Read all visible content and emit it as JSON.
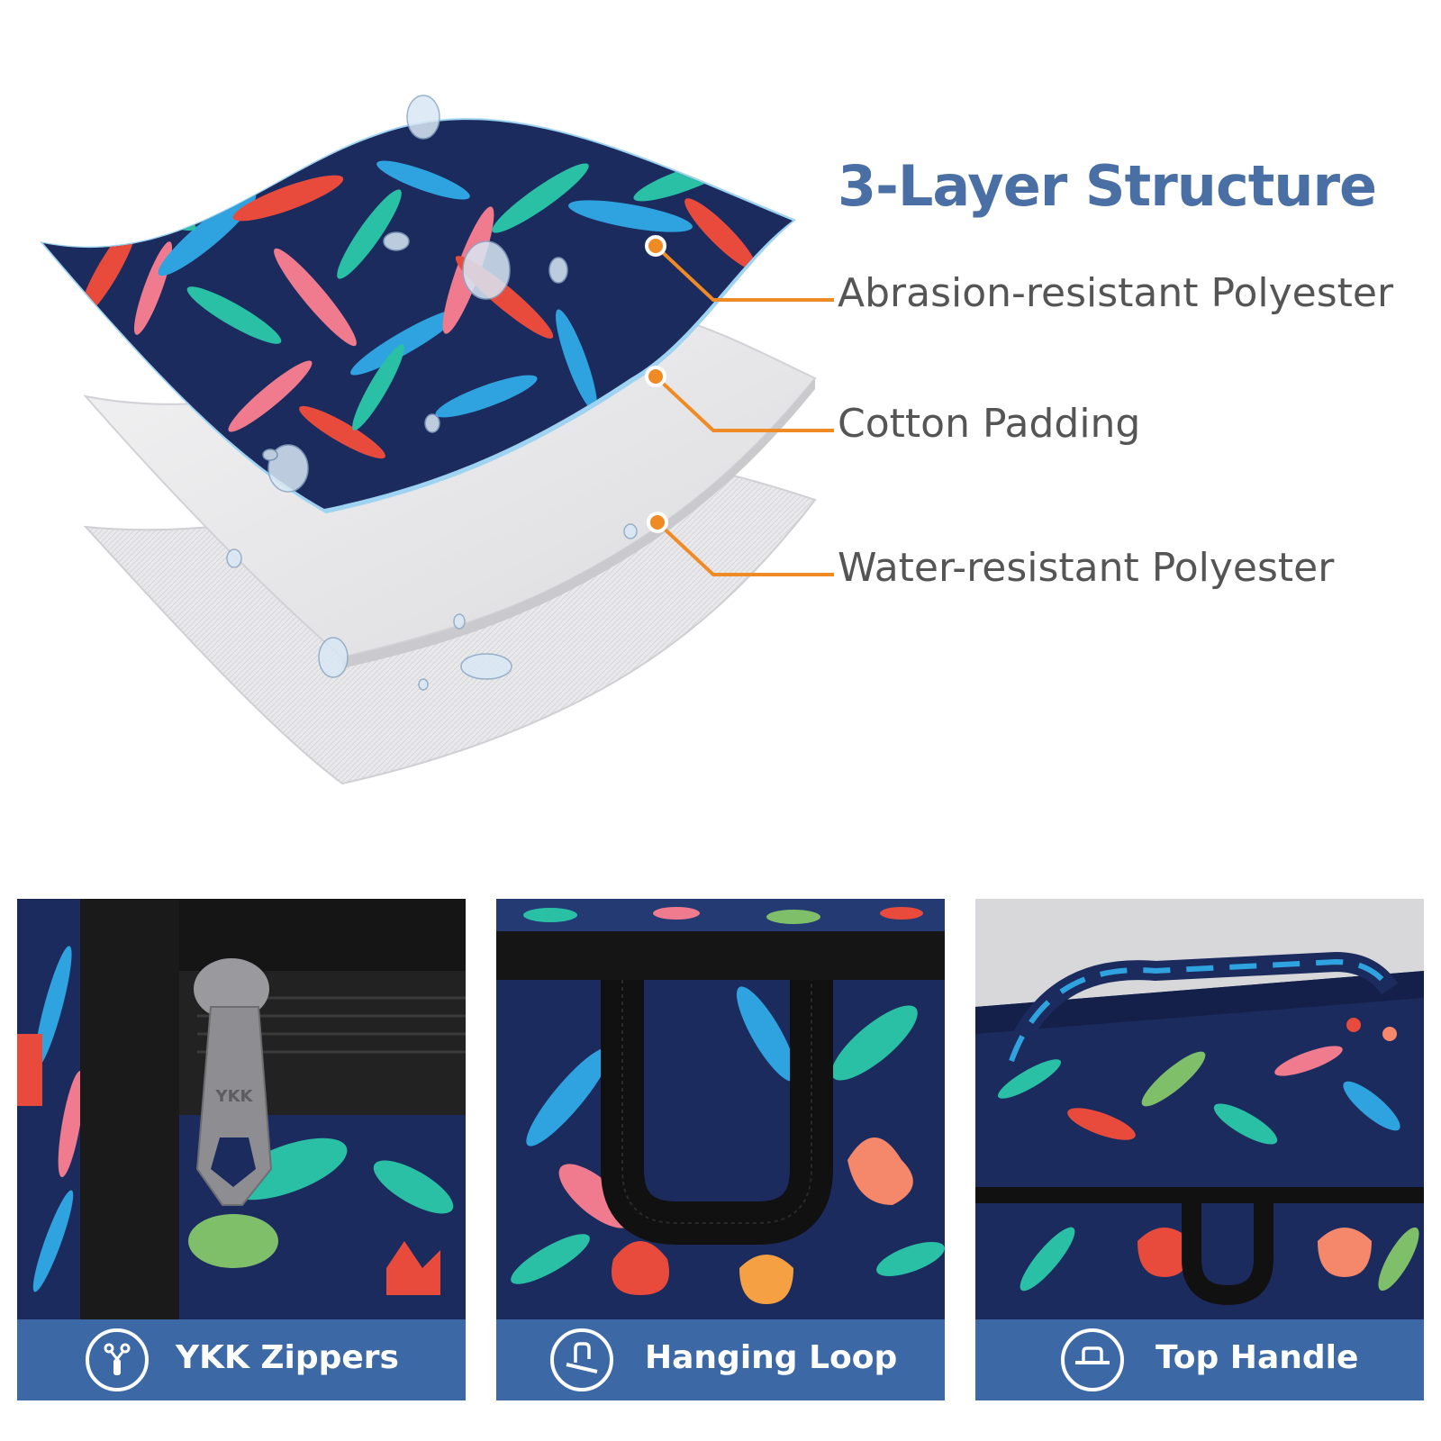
{
  "heading": {
    "title": "3-Layer Structure"
  },
  "layers": [
    {
      "label": "Abrasion-resistant Polyester"
    },
    {
      "label": "Cotton Padding"
    },
    {
      "label": "Water-resistant Polyester"
    }
  ],
  "colors": {
    "title": "#4a6fa5",
    "label": "#555555",
    "connector": "#f08a24",
    "band": "#3c68a6",
    "fabric_navy": "#1c2b5e"
  },
  "features": [
    {
      "label": "YKK Zippers",
      "icon": "zipper-icon",
      "zipper_brand": "YKK"
    },
    {
      "label": "Hanging Loop",
      "icon": "hanging-loop-icon"
    },
    {
      "label": "Top Handle",
      "icon": "top-handle-icon"
    }
  ]
}
